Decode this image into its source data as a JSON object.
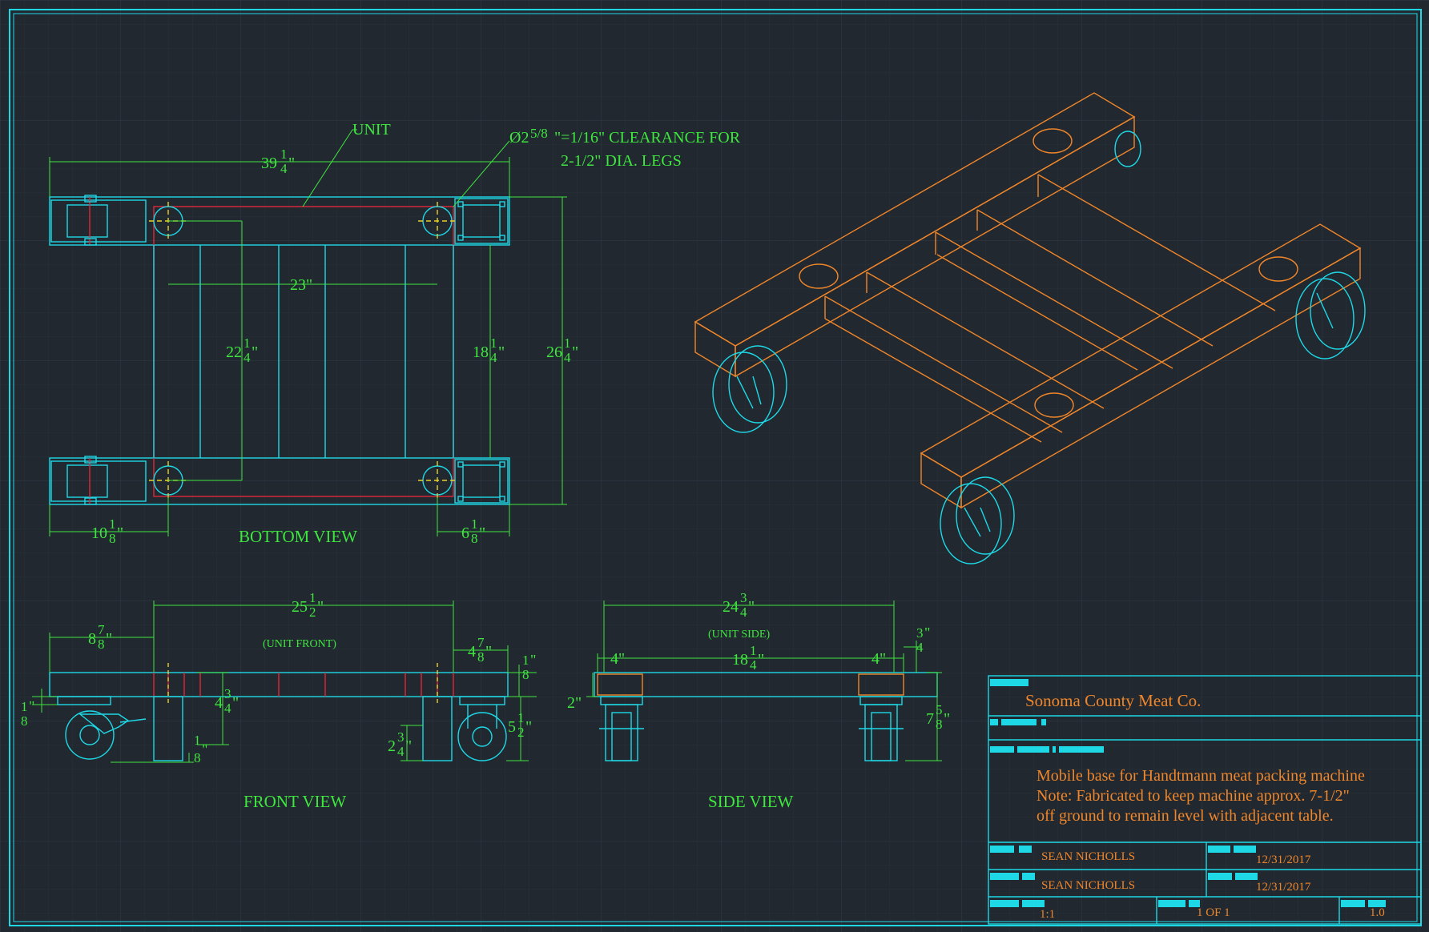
{
  "colors": {
    "background": "#212830",
    "grid": "#2c3540",
    "cyan": "#1ed8e6",
    "green": "#3fe63f",
    "orange": "#f0862a",
    "red": "#e0283a",
    "yellow": "#e8d02a"
  },
  "bottom_view": {
    "title": "BOTTOM VIEW",
    "unit_label": "UNIT",
    "note_line1": "Ø2",
    "note_frac": "5/8",
    "note_line1_rest": "\"=1/16\" CLEARANCE FOR",
    "note_line2": "2-1/2\" DIA. LEGS",
    "dims": {
      "overall_width_whole": "39",
      "overall_width_num": "1",
      "overall_width_den": "4",
      "leg_spacing": "23\"",
      "inner_depth_whole": "22",
      "inner_depth_num": "1",
      "inner_depth_den": "4",
      "rail_depth_whole": "18",
      "rail_depth_num": "1",
      "rail_depth_den": "4",
      "overall_depth_whole": "26",
      "overall_depth_num": "1",
      "overall_depth_den": "4",
      "left_offset_whole": "10",
      "left_offset_num": "1",
      "left_offset_den": "8",
      "right_offset_whole": "6",
      "right_offset_num": "1",
      "right_offset_den": "8"
    }
  },
  "front_view": {
    "title": "FRONT VIEW",
    "subtitle": "(UNIT FRONT)",
    "dims": {
      "unit_width_whole": "25",
      "unit_width_num": "1",
      "unit_width_den": "2",
      "left_overhang_whole": "8",
      "left_overhang_num": "7",
      "left_overhang_den": "8",
      "right_overhang_whole": "4",
      "right_overhang_num": "7",
      "right_overhang_den": "8",
      "top_thk_num": "1",
      "top_thk_den": "8",
      "left_thk_num": "1",
      "left_thk_den": "8",
      "leg_height_whole": "4",
      "leg_height_num": "3",
      "leg_height_den": "4",
      "bottom_thk_num": "1",
      "bottom_thk_den": "8",
      "foot_height_whole": "2",
      "foot_height_num": "3",
      "foot_height_den": "4",
      "caster_height_whole": "5",
      "caster_height_num": "1",
      "caster_height_den": "2"
    }
  },
  "side_view": {
    "title": "SIDE VIEW",
    "subtitle": "(UNIT SIDE)",
    "dims": {
      "unit_depth_whole": "24",
      "unit_depth_num": "3",
      "unit_depth_den": "4",
      "left_block": "4\"",
      "center_span_whole": "18",
      "center_span_num": "1",
      "center_span_den": "4",
      "right_block": "4\"",
      "clearance_num": "3",
      "clearance_den": "4",
      "rail_height": "2\"",
      "total_height_whole": "7",
      "total_height_num": "5",
      "total_height_den": "8"
    }
  },
  "title_block": {
    "company": "Sonoma County Meat Co.",
    "description_line1": "Mobile base for Handtmann meat packing machine",
    "description_line2": "Note: Fabricated to keep machine approx. 7-1/2\"",
    "description_line3": "off ground to remain level with adjacent table.",
    "drawn_by": "SEAN NICHOLLS",
    "drawn_date": "12/31/2017",
    "checked_by": "SEAN NICHOLLS",
    "checked_date": "12/31/2017",
    "scale": "1:1",
    "sheet": "1 OF 1",
    "revision": "1.0"
  }
}
